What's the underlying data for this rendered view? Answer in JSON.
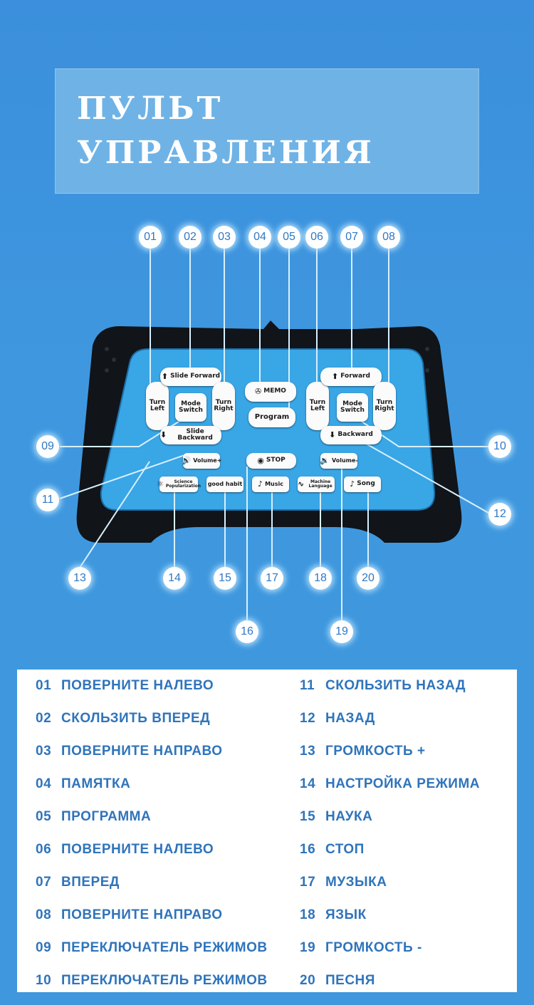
{
  "title": {
    "line1": "ПУЛЬТ",
    "line2": "УПРАВЛЕНИЯ"
  },
  "callouts": [
    "01",
    "02",
    "03",
    "04",
    "05",
    "06",
    "07",
    "08",
    "09",
    "10",
    "11",
    "12",
    "13",
    "14",
    "15",
    "16",
    "17",
    "18",
    "19",
    "20"
  ],
  "device_buttons": {
    "turn_left_1": "Turn Left",
    "slide_forward": "Slide Forward",
    "mode_switch_1": "Mode Switch",
    "turn_right_1": "Turn Right",
    "slide_backward": "Slide Backward",
    "memo": "MEMO",
    "program": "Program",
    "forward": "Forward",
    "turn_left_2": "Turn Left",
    "mode_switch_2": "Mode Switch",
    "turn_right_2": "Turn Right",
    "backward": "Backward",
    "volume_plus": "Volume+",
    "stop": "STOP",
    "volume_minus": "Volume-",
    "science": "Science Popularization",
    "good_habit": "good habit",
    "music": "Music",
    "machine_language": "Machine Language",
    "song": "Song"
  },
  "legend": [
    {
      "num": "01",
      "label": "ПОВЕРНИТЕ НАЛЕВО"
    },
    {
      "num": "02",
      "label": "СКОЛЬЗИТЬ ВПЕРЕД"
    },
    {
      "num": "03",
      "label": "ПОВЕРНИТЕ НАПРАВО"
    },
    {
      "num": "04",
      "label": "ПАМЯТКА"
    },
    {
      "num": "05",
      "label": "ПРОГРАММА"
    },
    {
      "num": "06",
      "label": "ПОВЕРНИТЕ НАЛЕВО"
    },
    {
      "num": "07",
      "label": "ВПЕРЕД"
    },
    {
      "num": "08",
      "label": "ПОВЕРНИТЕ НАПРАВО"
    },
    {
      "num": "09",
      "label": "ПЕРЕКЛЮЧАТЕЛЬ РЕЖИМОВ"
    },
    {
      "num": "10",
      "label": "ПЕРЕКЛЮЧАТЕЛЬ РЕЖИМОВ"
    },
    {
      "num": "11",
      "label": "СКОЛЬЗИТЬ НАЗАД"
    },
    {
      "num": "12",
      "label": "НАЗАД"
    },
    {
      "num": "13",
      "label": "ГРОМКОСТЬ +"
    },
    {
      "num": "14",
      "label": "НАСТРОЙКА РЕЖИМА"
    },
    {
      "num": "15",
      "label": "НАУКА"
    },
    {
      "num": "16",
      "label": "СТОП"
    },
    {
      "num": "17",
      "label": "МУЗЫКА"
    },
    {
      "num": "18",
      "label": "ЯЗЫК"
    },
    {
      "num": "19",
      "label": "ГРОМКОСТЬ -"
    },
    {
      "num": "20",
      "label": "ПЕСНЯ"
    }
  ],
  "colors": {
    "background": "#3f98df",
    "title_box": "#6fb3e6",
    "legend_text": "#2f74bb",
    "device_face": "#39a6e6",
    "device_body": "#111418"
  }
}
